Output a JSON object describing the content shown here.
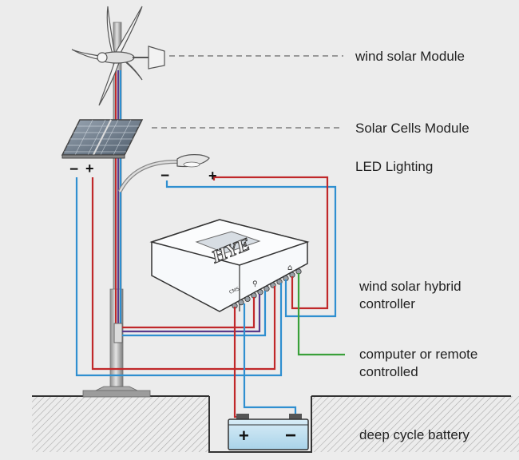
{
  "labels": {
    "wind_module": "wind solar Module",
    "solar_cells": "Solar Cells Module",
    "led": "LED Lighting",
    "controller_line1": "wind solar hybrid",
    "controller_line2": "controller",
    "remote_line1": "computer or remote",
    "remote_line2": "controlled",
    "battery": "deep cycle battery"
  },
  "signs": {
    "panel_minus": "−",
    "panel_plus": "+",
    "lamp_minus": "−",
    "lamp_plus": "+",
    "battery_plus": "+",
    "battery_minus": "−"
  },
  "controller": {
    "brand": "HYE",
    "port_icon_1": "CMS",
    "port_icon_2": "⚲",
    "port_icon_3": "⌂"
  },
  "colors": {
    "red_wire": "#c0282a",
    "blue_wire": "#2f8fd0",
    "purple_wire": "#5a3a8a",
    "green_wire": "#3aa03a",
    "background": "#ececec"
  }
}
